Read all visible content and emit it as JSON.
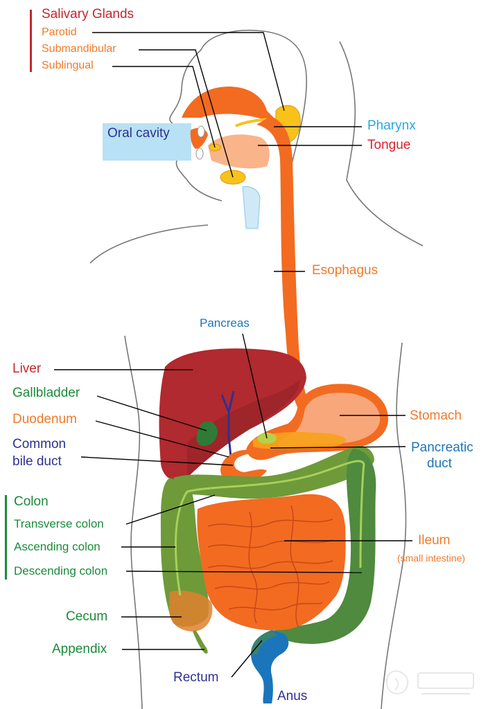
{
  "colors": {
    "orange": "#f07a2a",
    "red": "#d9232e",
    "liver": "#b02a2f",
    "green": "#6e9a3a",
    "sky": "#27a9e1",
    "navy": "#2e3192",
    "pancreas": "#f7a21b"
  },
  "labels": {
    "salivary_glands": "Salivary Glands",
    "parotid": "Parotid",
    "submandibular": "Submandibular",
    "sublingual": "Sublingual",
    "oral_cavity": "Oral cavity",
    "pharynx": "Pharynx",
    "tongue": "Tongue",
    "esophagus": "Esophagus",
    "pancreas": "Pancreas",
    "liver": "Liver",
    "gallbladder": "Gallbladder",
    "duodenum": "Duodenum",
    "common_bile_duct_1": "Common",
    "common_bile_duct_2": "bile duct",
    "stomach": "Stomach",
    "pancreatic_duct_1": "Pancreatic",
    "pancreatic_duct_2": "duct",
    "colon": "Colon",
    "transverse_colon": "Transverse colon",
    "ascending_colon": "Ascending colon",
    "descending_colon": "Descending colon",
    "ileum": "Ileum",
    "small_intestine": "(small intestine)",
    "cecum": "Cecum",
    "appendix": "Appendix",
    "rectum": "Rectum",
    "anus": "Anus"
  }
}
